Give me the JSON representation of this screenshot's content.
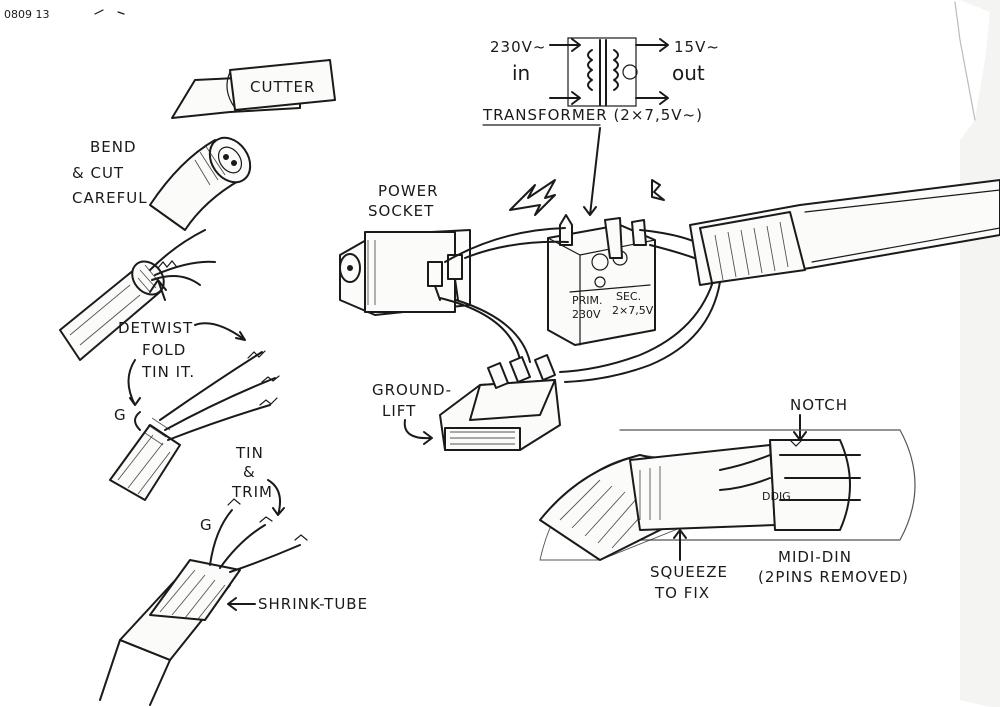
{
  "corner": {
    "note_top_left": "0809 13"
  },
  "transformer": {
    "in_voltage": "230V~",
    "in_label": "in",
    "out_voltage": "15V~",
    "out_label": "out",
    "caption": "TRANSFORMER (2×7,5V~)",
    "prim_label": "PRIM.",
    "prim_value": "230V",
    "sec_label": "SEC.",
    "sec_value": "2×7,5V"
  },
  "cable_steps": {
    "cutter": "CUTTER",
    "bend_line1": "BEND",
    "bend_line2": "& CUT",
    "bend_line3": "CAREFUL",
    "detwist": "DETWIST",
    "fold_line1": "FOLD",
    "fold_line2": "TIN IT.",
    "ground_1": "G",
    "tin_line1": "TIN",
    "tin_line2": "&",
    "tin_line3": "TRIM",
    "ground_2": "G",
    "shrink": "SHRINK-TUBE"
  },
  "power": {
    "socket_line1": "POWER",
    "socket_line2": "SOCKET",
    "groundlift_line1": "GROUND-",
    "groundlift_line2": "LIFT"
  },
  "connector": {
    "notch": "NOTCH",
    "squeeze_line1": "SQUEEZE",
    "squeeze_line2": "TO FIX",
    "din_line1": "MIDI-DIN",
    "din_line2": "(2PINS REMOVED)",
    "din_mark": "DDIG"
  }
}
